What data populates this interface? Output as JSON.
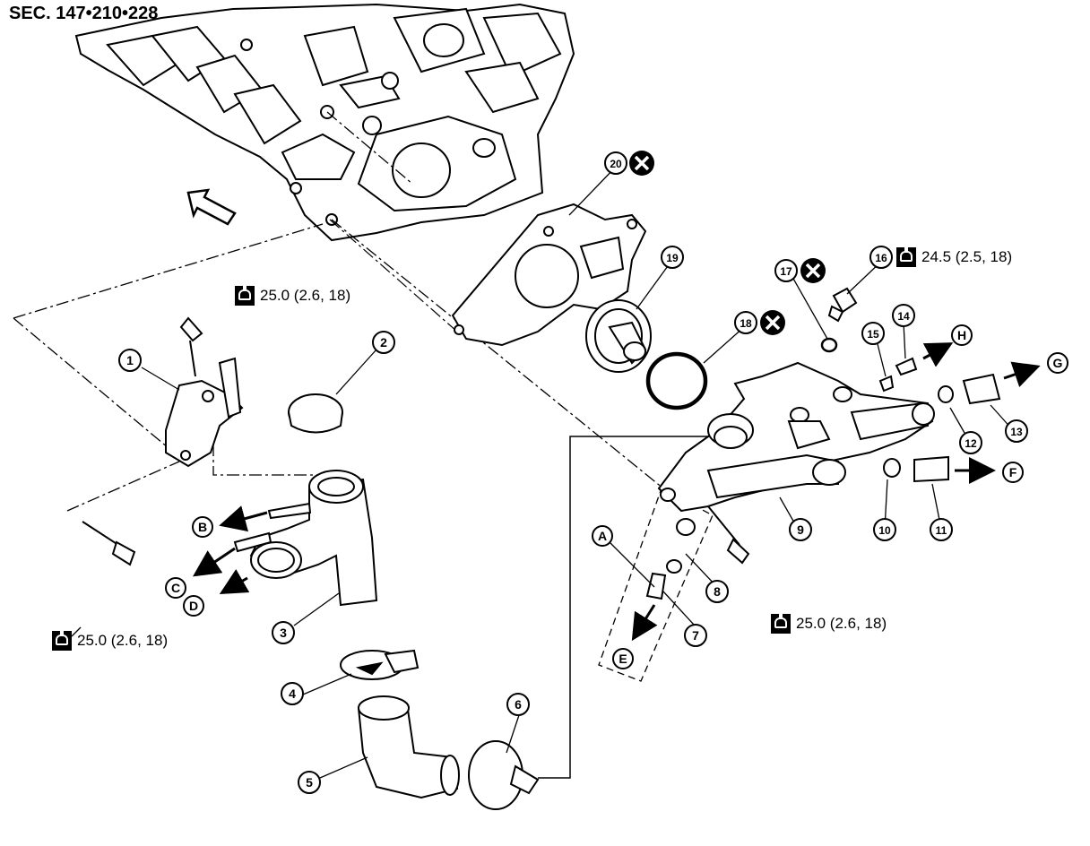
{
  "section_title": "SEC. 147•210•228",
  "callouts": {
    "p1": "1",
    "p2": "2",
    "p3": "3",
    "p4": "4",
    "p5": "5",
    "p6": "6",
    "p7": "7",
    "p8": "8",
    "p9": "9",
    "p10": "10",
    "p11": "11",
    "p12": "12",
    "p13": "13",
    "p14": "14",
    "p15": "15",
    "p16": "16",
    "p17": "17",
    "p18": "18",
    "p19": "19",
    "p20": "20"
  },
  "flow_labels": {
    "A": "A",
    "B": "B",
    "C": "C",
    "D": "D",
    "E": "E",
    "F": "F",
    "G": "G",
    "H": "H"
  },
  "torque_specs": {
    "t1": "25.0 (2.6, 18)",
    "t2": "25.0 (2.6, 18)",
    "t3": "25.0 (2.6, 18)",
    "t4": "24.5 (2.5, 18)"
  },
  "icons": {
    "torque": "torque-wrench-icon",
    "replace": "do-not-reuse-x-icon",
    "front": "front-direction-arrow-icon"
  }
}
